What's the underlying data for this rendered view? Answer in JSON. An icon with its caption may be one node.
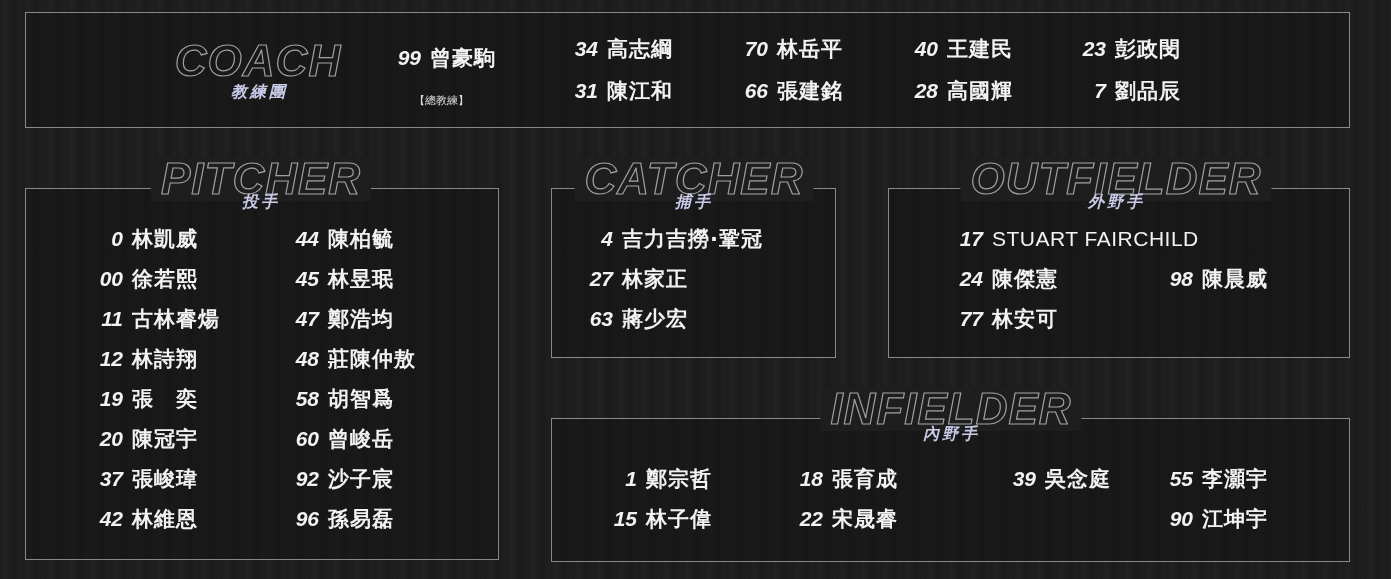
{
  "diagram": {
    "nodes": [
      {
        "text": [
          "COACH",
          "教練團",
          "99",
          "曾豪駒",
          "【總教練】",
          "34",
          "高志綱",
          "70",
          "林岳平",
          "40",
          "王建民",
          "23",
          "彭政閔",
          "31",
          "陳江和",
          "66",
          "張建銘",
          "28",
          "高國輝",
          "7",
          "劉品辰"
        ]
      },
      {
        "text": [
          "PITCHER",
          "投手",
          "0",
          "林凱威",
          "44",
          "陳柏毓",
          "00",
          "徐若熙",
          "45",
          "林昱珉",
          "11",
          "古林睿煬",
          "47",
          "鄭浩均",
          "12",
          "林詩翔",
          "48",
          "莊陳仲敖",
          "19",
          "張　奕",
          "58",
          "胡智爲",
          "20",
          "陳冠宇",
          "60",
          "曾峻岳",
          "37",
          "張峻瑋",
          "92",
          "沙子宸",
          "42",
          "林維恩",
          "96",
          "孫易磊"
        ]
      },
      {
        "text": [
          "CATCHER",
          "捕手",
          "4",
          "吉力吉撈·鞏冠",
          "27",
          "林家正",
          "63",
          "蔣少宏"
        ]
      },
      {
        "text": [
          "OUTFIELDER",
          "外野手",
          "17",
          "STUART FAIRCHILD",
          "24",
          "陳傑憲",
          "98",
          "陳晨威",
          "77",
          "林安可"
        ]
      },
      {
        "text": [
          "INFIELDER",
          "內野手",
          "1",
          "鄭宗哲",
          "18",
          "張育成",
          "39",
          "吳念庭",
          "55",
          "李灝宇",
          "15",
          "林子偉",
          "22",
          "宋晟睿",
          "90",
          "江坤宇"
        ]
      }
    ]
  }
}
